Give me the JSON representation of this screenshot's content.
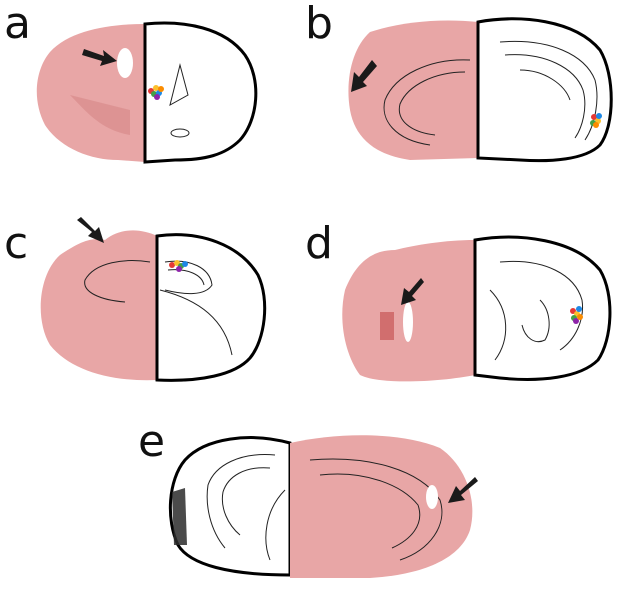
{
  "panels": {
    "a": {
      "letter": "a"
    },
    "b": {
      "letter": "b"
    },
    "c": {
      "letter": "c"
    },
    "d": {
      "letter": "d"
    },
    "e": {
      "letter": "e"
    }
  },
  "colors": {
    "stain": "#e8a6a6",
    "stain_dark": "#d98b8b",
    "outline": "#000000",
    "arrow": "#1a1a1a",
    "marker_colors": [
      "#e53935",
      "#fbc02d",
      "#43a047",
      "#1e88e5",
      "#8e24aa",
      "#fb8c00"
    ]
  }
}
